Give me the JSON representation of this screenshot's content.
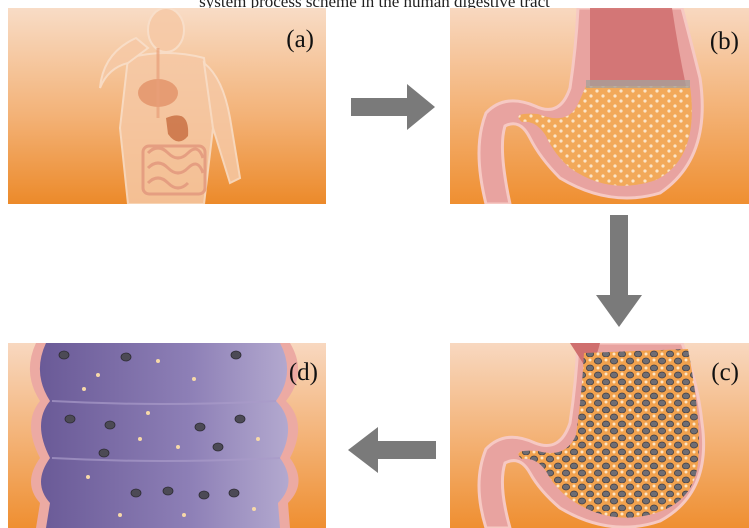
{
  "caption": "system process scheme in the human digestive tract",
  "panels": {
    "a": {
      "label": "(a)",
      "scene": "human-body-digestive-system"
    },
    "b": {
      "label": "(b)",
      "scene": "stomach-with-particles"
    },
    "c": {
      "label": "(c)",
      "scene": "stomach-with-gel-beads"
    },
    "d": {
      "label": "(d)",
      "scene": "intestine-with-beads"
    }
  },
  "arrows": [
    "right",
    "down",
    "left"
  ],
  "colors": {
    "background_top": "#f7d6bd",
    "background_bottom": "#ef8d2e",
    "tissue_pink": "#e8a09a",
    "contents_orange": "#f0a651",
    "intestine_purple": "#7b6aa8",
    "arrow_gray": "#7a7a7a"
  }
}
